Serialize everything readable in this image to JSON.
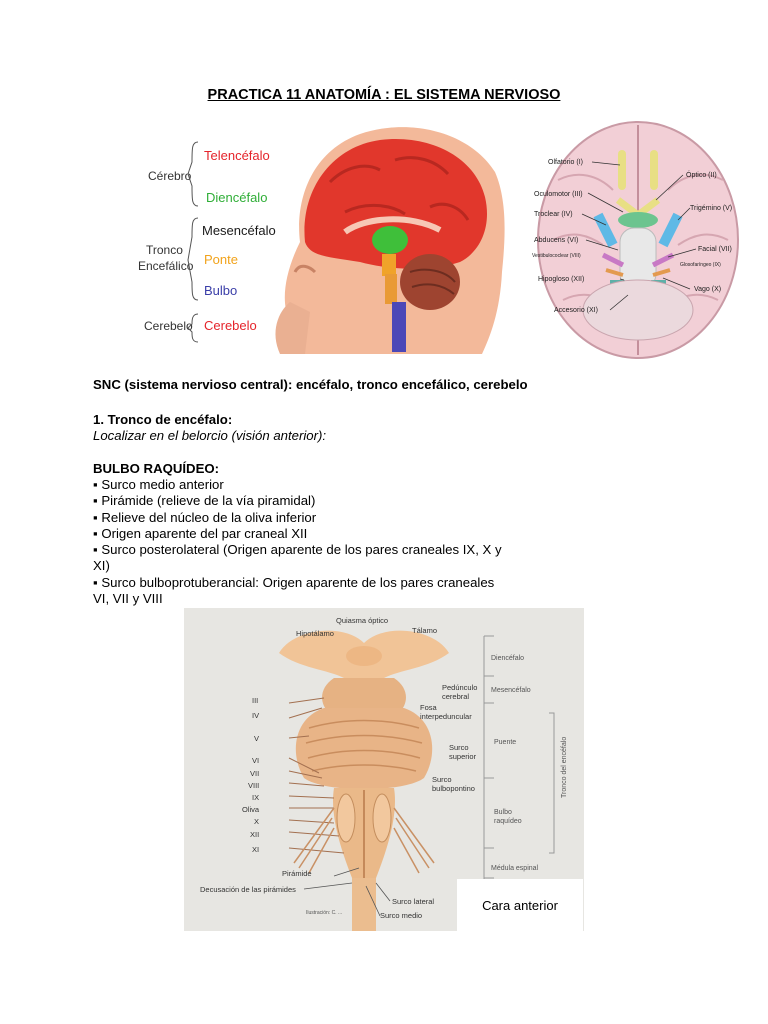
{
  "page": {
    "title": "PRACTICA 11 ANATOMÍA : EL SISTEMA NERVIOSO"
  },
  "fig_brain_sagittal": {
    "groups": [
      "Cérebro",
      "Tronco",
      "Encefálico",
      "Cerebelo"
    ],
    "parts": [
      {
        "label": "Telencéfalo",
        "color": "#e5242b"
      },
      {
        "label": "Diencéfalo",
        "color": "#2fae37"
      },
      {
        "label": "Mesencéfalo",
        "color": "#1a1a1a"
      },
      {
        "label": "Ponte",
        "color": "#f2a31b"
      },
      {
        "label": "Bulbo",
        "color": "#3a3ea8"
      },
      {
        "label": "Cerebelo",
        "color": "#e5242b"
      }
    ]
  },
  "fig_brain_base": {
    "labels": [
      "Olfatorio (I)",
      "Óptico (II)",
      "Oculomotor (III)",
      "Troclear (IV)",
      "Trigémino (V)",
      "Abducens (VI)",
      "Facial (VII)",
      "Vestibulococlear (VIII)",
      "Glosofaríngeo (IX)",
      "Hipogloso (XII)",
      "Vago (X)",
      "Accesorio (XI)"
    ]
  },
  "content": {
    "snc": "SNC (sistema nervioso central): encéfalo, tronco encefálico, cerebelo",
    "section1_title": "1. Tronco de encéfalo:",
    "section1_sub": "Localizar en el belorcio (visión anterior):",
    "bulbo_title": "BULBO RAQUÍDEO:",
    "bullets": [
      "▪ Surco medio anterior",
      "▪ Pirámide (relieve de la vía piramidal)",
      "▪ Relieve del núcleo de la oliva inferior",
      "▪ Origen aparente del par craneal XII",
      "▪ Surco posterolateral (Origen aparente de los pares craneales IX, X y",
      "XI)",
      "▪ Surco bulboprotuberancial: Origen aparente de los pares craneales",
      "VI, VII y VIII"
    ]
  },
  "fig_brainstem": {
    "top_labels": [
      "Quiasma óptico",
      "Hipotálamo",
      "Tálamo"
    ],
    "left_labels": [
      "III",
      "IV",
      "V",
      "VI",
      "VII",
      "VIII",
      "IX",
      "Oliva",
      "X",
      "XII",
      "XI"
    ],
    "right_labels": [
      "Pedúnculo",
      "cerebral",
      "Fosa",
      "interpeduncular",
      "Surco",
      "superior",
      "Surco",
      "bulbopontino"
    ],
    "bottom_labels": [
      "Pirámide",
      "Decusación de las pirámides",
      "Surco lateral",
      "Surco medio",
      "Ilustración: C. ..."
    ],
    "regions": [
      "Diencéfalo",
      "Mesencéfalo",
      "Puente",
      "Bulbo",
      "raquídeo",
      "Médula espinal"
    ],
    "vertical_label": "Tronco del encéfalo",
    "caption": "Cara anterior"
  }
}
